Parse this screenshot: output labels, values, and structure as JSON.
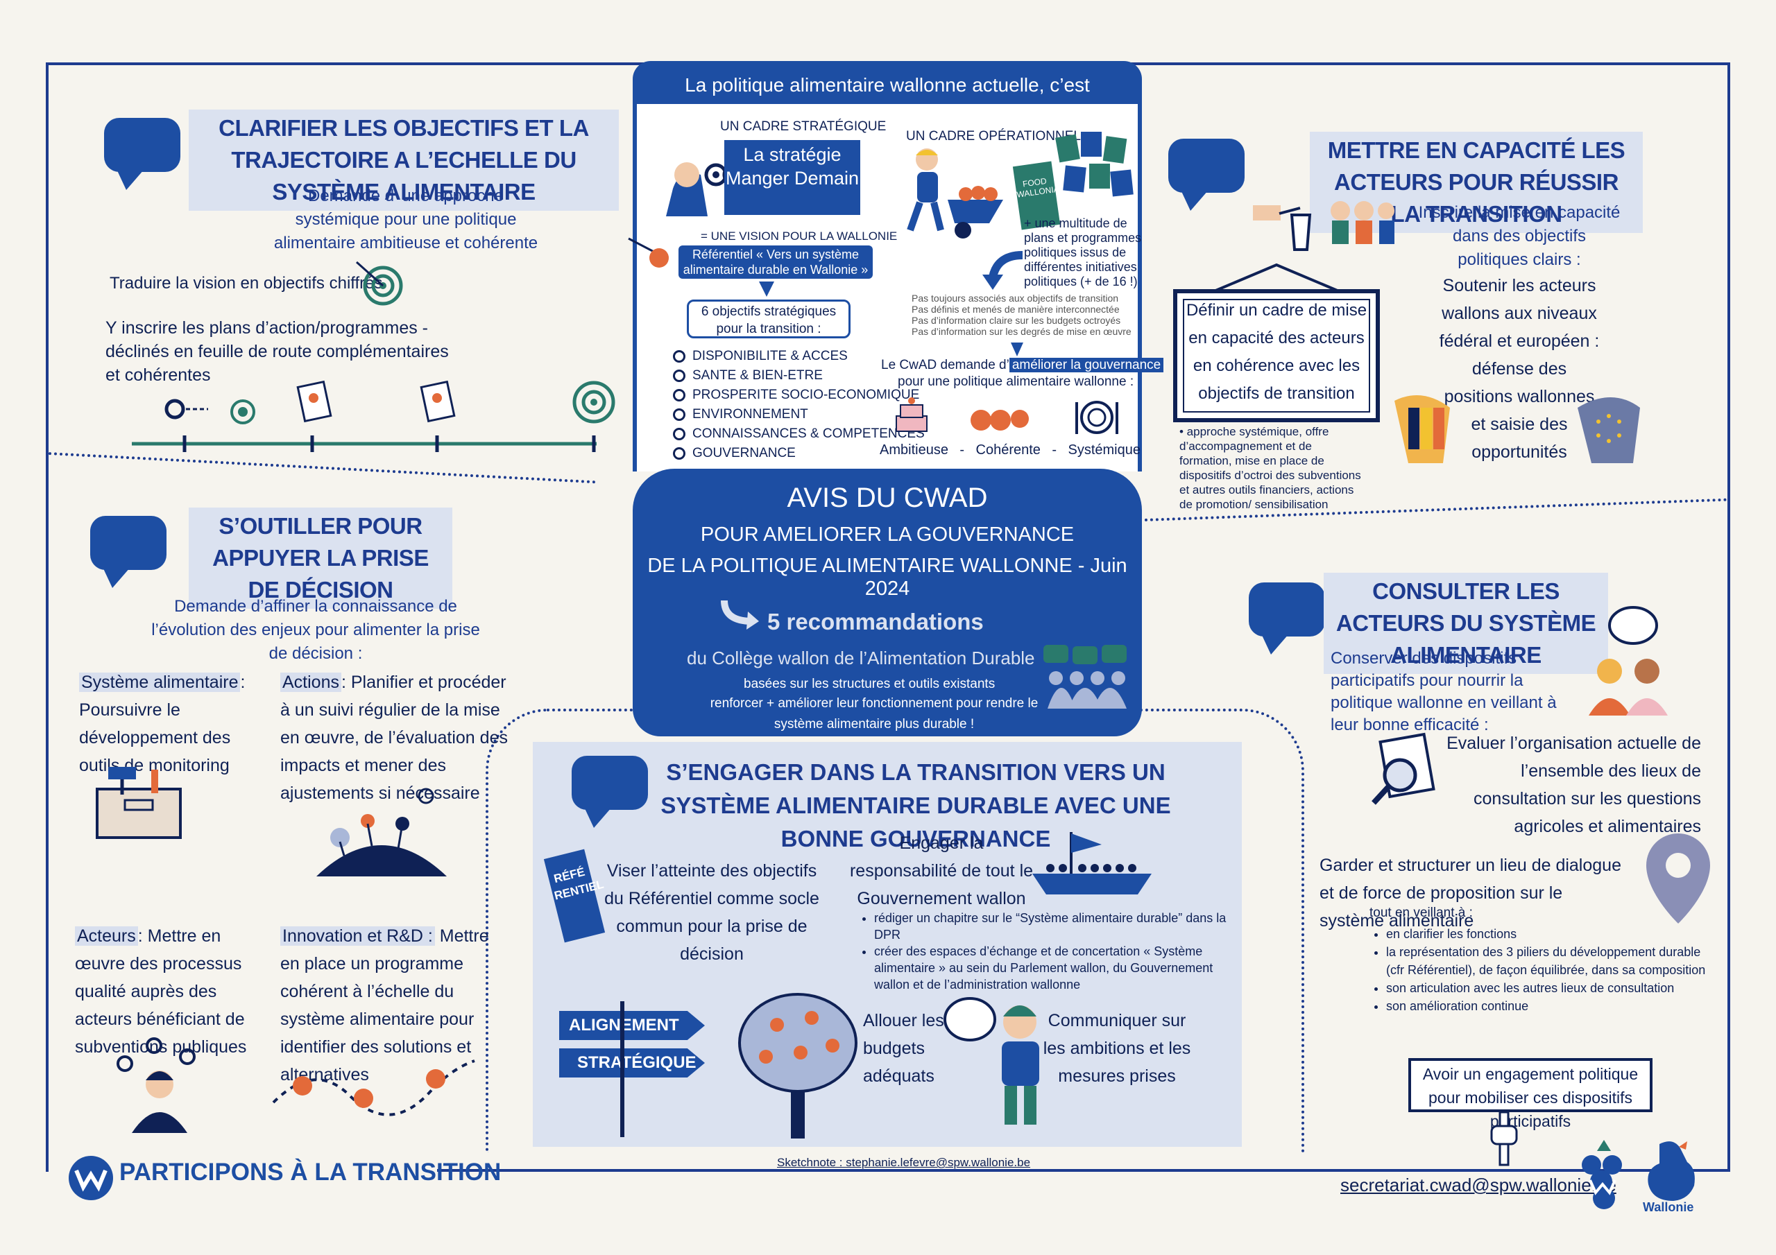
{
  "center": {
    "header": "La politique alimentaire wallonne actuelle, c’est",
    "strategic_label": "UN CADRE STRATÉGIQUE",
    "strategy_box": "La stratégie Manger Demain",
    "vision": "= UNE VISION POUR LA WALLONIE",
    "referentiel": "Référentiel « Vers un système alimentaire durable en Wallonie »",
    "objectives_box": "6 objectifs stratégiques pour la transition :",
    "objectives": [
      "DISPONIBILITE & ACCES",
      "SANTE & BIEN-ETRE",
      "PROSPERITE SOCIO-ECONOMIQUE",
      "ENVIRONNEMENT",
      "CONNAISSANCES & COMPETENCES",
      "GOUVERNANCE"
    ],
    "operational_label": "UN CADRE OPÉRATIONNEL",
    "food_box": "FOOD WALLONIA",
    "multitude": "+ une multitude de plans et programmes politiques issus de différentes initiatives politiques (+ de 16 !)",
    "issues": [
      "Pas toujours associés aux objectifs de transition",
      "Pas définis et menés de manière interconnectée",
      "Pas d’information claire sur les budgets octroyés",
      "Pas d’information sur les degrés de mise en œuvre"
    ],
    "cwad_demand_prefix": "Le CwAD demande d’",
    "cwad_demand_hl": "améliorer la gouvernance",
    "cwad_demand_suffix": "pour une politique alimentaire wallonne :",
    "qualities": [
      "Ambitieuse",
      "-",
      "Cohérente",
      "-",
      "Systémique"
    ],
    "avis_title": "AVIS DU CWAD",
    "avis_line1": "POUR AMELIORER LA GOUVERNANCE",
    "avis_line2": "DE LA POLITIQUE ALIMENTAIRE WALLONNE - Juin 2024",
    "reco": "5 recommandations",
    "college": "du Collège wallon de l’Alimentation Durable",
    "based": "basées sur les structures et outils existants",
    "renforcer": "renforcer + améliorer leur fonctionnement pour rendre le système alimentaire plus durable !"
  },
  "clarifier": {
    "title": "CLARIFIER LES OBJECTIFS ET LA TRAJECTOIRE A L’ECHELLE DU SYSTÈME ALIMENTAIRE",
    "demand": "Demande d’ une approche systémique pour une politique alimentaire ambitieuse et cohérente",
    "traduire": "Traduire la vision en objectifs chiffrés",
    "inscrire": "Y inscrire les plans d’action/programmes - déclinés en feuille de route complémentaires et cohérentes"
  },
  "outiller": {
    "title": "S’OUTILLER POUR APPUYER LA PRISE DE DÉCISION",
    "demand": "Demande d’affiner la connaissance de l’évolution des enjeux pour alimenter la prise de décision :",
    "systeme_label": "Système alimentaire",
    "systeme_text": ": Poursuivre le développement des outils de monitoring",
    "actions_label": "Actions",
    "actions_text": ": Planifier et procéder à un suivi régulier de la mise en œuvre, de l’évaluation des impacts et mener des ajustements si nécessaire",
    "acteurs_label": "Acteurs",
    "acteurs_text": ": Mettre en œuvre des processus qualité auprès des acteurs bénéficiant de subventions publiques",
    "innovation_label": "Innovation et R&D :",
    "innovation_text": "Mettre en place un programme cohérent à l’échelle du système alimentaire pour identifier des solutions et alternatives"
  },
  "capacite": {
    "title": "METTRE EN CAPACITÉ LES ACTEURS POUR RÉUSSIR LA TRANSITION",
    "inscrire": "Inscrire la mise en capacité dans des objectifs politiques clairs :",
    "cadre": "Définir un cadre de mise en capacité des acteurs en cohérence avec les objectifs de transition",
    "approche": "• approche systémique, offre d’accompagnement et de formation, mise en place de dispositifs d’octroi des subventions et autres outils financiers, actions de promotion/ sensibilisation",
    "soutenir": "Soutenir les acteurs wallons aux niveaux fédéral et européen : défense des positions wallonnes et saisie des opportunités"
  },
  "consulter": {
    "title": "CONSULTER LES ACTEURS DU SYSTÈME ALIMENTAIRE",
    "conserver": "Conserver des dispositifs participatifs pour nourrir la politique wallonne en veillant à leur bonne efficacité :",
    "evaluer": "Evaluer l’organisation actuelle de l’ensemble des lieux de consultation sur les questions agricoles et alimentaires",
    "garder": "Garder et structurer un lieu de dialogue et de force de proposition sur le système alimentaire",
    "veillant": "tout en veillant à :",
    "bullets": [
      "en clarifier les fonctions",
      "la représentation des 3 piliers du développement durable (cfr Référentiel), de façon équilibrée, dans sa composition",
      "son articulation avec les autres lieux de consultation",
      "son amélioration continue"
    ],
    "engagement": "Avoir un engagement politique pour mobiliser ces dispositifs participatifs"
  },
  "engager": {
    "title": "S’ENGAGER DANS LA TRANSITION VERS UN SYSTÈME ALIMENTAIRE DURABLE AVEC UNE BONNE GOUVERNANCE",
    "viser": "Viser l’atteinte des objectifs du Référentiel comme socle commun pour la prise de décision",
    "book": "RÉFÉ RENTIEL",
    "engager_resp": "Engager la responsabilité de tout le Gouvernement wallon",
    "bullets": [
      "rédiger un chapitre sur le “Système alimentaire durable” dans la DPR",
      "créer des espaces d’échange et de concertation « Système alimentaire » au sein du Parlement wallon, du Gouvernement wallon et de l’administration wallonne"
    ],
    "sign1": "ALIGNEMENT",
    "sign2": "STRATÉGIQUE",
    "allouer": "Allouer les budgets adéquats",
    "communiquer": "Communiquer sur les ambitions et les mesures prises"
  },
  "footer": {
    "participons": "PARTICIPONS À LA TRANSITION",
    "sketch": "Sketchnote : stephanie.lefevre@spw.wallonie.be",
    "email": "secretariat.cwad@spw.wallonie.be",
    "wallonie": "Wallonie"
  },
  "colors": {
    "primary": "#1d4ea3",
    "dark": "#0f2155",
    "panel": "#dbe2f0",
    "bg": "#f6f4ee",
    "teal": "#2a7a6c"
  }
}
